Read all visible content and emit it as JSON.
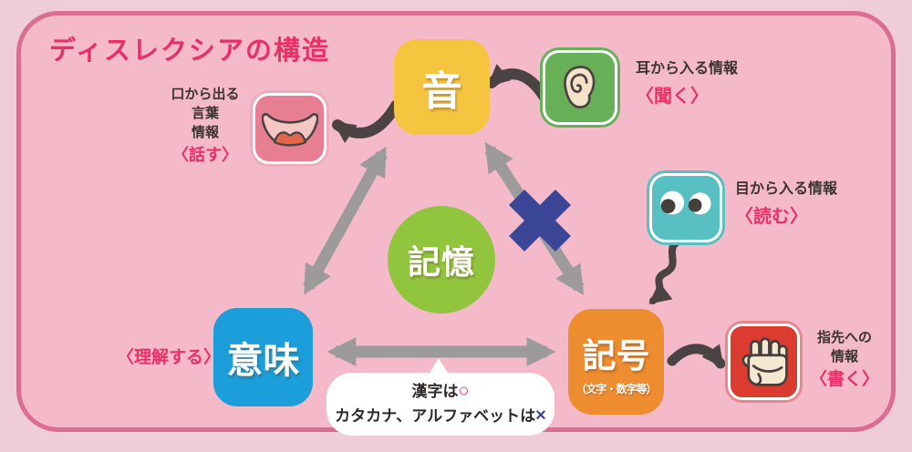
{
  "title": "ディスレクシアの構造",
  "nodes": {
    "sound": {
      "label": "音"
    },
    "memory": {
      "label": "記憶"
    },
    "meaning": {
      "label": "意味"
    },
    "symbol": {
      "label": "記号",
      "sublabel": "（文字・数字等）"
    }
  },
  "annotations": {
    "hearing": {
      "line1": "耳から入る情報",
      "action": "〈聞く〉"
    },
    "speaking": {
      "line1": "口から出る",
      "line2": "言葉",
      "line3": "情報",
      "action": "〈話す〉"
    },
    "reading": {
      "line1": "目から入る情報",
      "action": "〈読む〉"
    },
    "writing": {
      "line1": "指先への",
      "line2": "情報",
      "action": "〈書く〉"
    },
    "understanding": {
      "action": "〈理解する〉"
    }
  },
  "bubble": {
    "line1_text": "漢字は",
    "line1_mark": "○",
    "line2_text": "カタカナ、アルファベットは",
    "line2_mark": "×"
  },
  "icons": {
    "ear": "ear-icon",
    "mouth": "mouth-icon",
    "eyes": "eyes-icon",
    "hand": "hand-icon",
    "blocked": "blocked-cross-icon"
  },
  "colors": {
    "panel_fill": "#f4bac9",
    "panel_border": "#db6d92",
    "outer_background": "#eeccd8",
    "accent_crimson": "#e83067",
    "sound_yellow": "#f6c53f",
    "memory_green": "#92c53e",
    "meaning_blue": "#1b9ed9",
    "symbol_orange": "#ee8c30",
    "ear_green": "#68b058",
    "mouth_rose": "#e87e92",
    "eyes_teal": "#58bfc3",
    "hand_red": "#dc3b30",
    "arrow_gray": "#9d9a9b",
    "arrow_dark": "#4b4343",
    "cross_blue": "#3b4697"
  }
}
